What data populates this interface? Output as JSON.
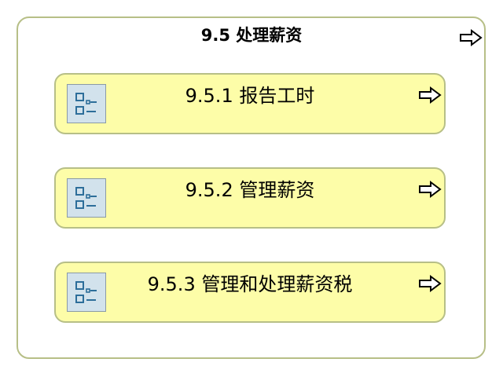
{
  "diagram": {
    "title": "9.5 处理薪资",
    "items": [
      {
        "label": "9.5.1 报告工时"
      },
      {
        "label": "9.5.2 管理薪资"
      },
      {
        "label": "9.5.3 管理和处理薪资税"
      }
    ]
  },
  "colors": {
    "box_fill": "#fdfda8",
    "border": "#b7bf87",
    "icon_fill": "#d2e2ec"
  },
  "icons": {
    "process_icon": "checklist-icon",
    "drilldown_icon": "arrow-right-outline-icon"
  }
}
